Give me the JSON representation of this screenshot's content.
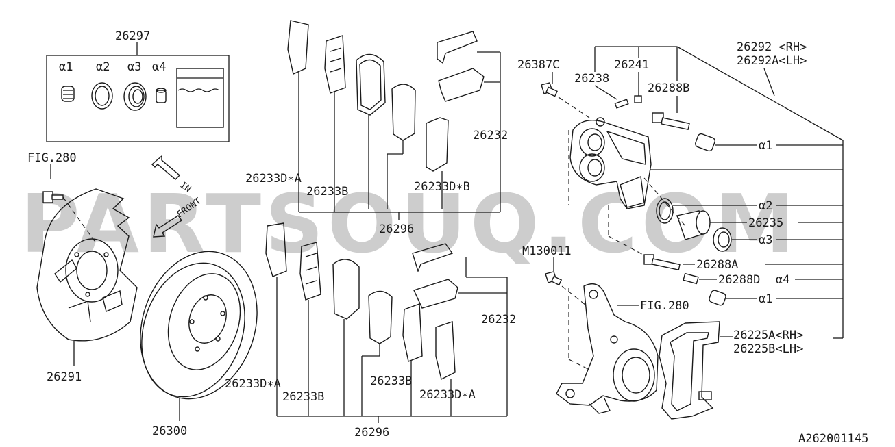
{
  "watermark": "PARTSOUQ.COM",
  "diagram_id": "A262001145",
  "labels": {
    "kit": "26297",
    "a1": "α1",
    "a2": "α2",
    "a3": "α3",
    "a4": "α4",
    "fig280_left": "FIG.280",
    "in_arrow": "IN",
    "front_arrow": "FRONT",
    "shield": "26291",
    "rotor": "26300",
    "pad_shim_top": "26233D∗A",
    "pad_shim_b_top": "26233B",
    "pad_shim_top_b": "26233D∗B",
    "clip_top": "26232",
    "pad_set_top": "26296",
    "pad_shim_bot": "26233D∗A",
    "pad_shim_b_bot": "26233B",
    "pad_shim_b_bot2": "26233B",
    "pad_shim_bot_a": "26233D∗A",
    "clip_bot": "26232",
    "pad_set_bot": "26296",
    "bolt_c": "26387C",
    "pin_238": "26238",
    "cap_241": "26241",
    "caliper_rh": "26292 <RH>",
    "caliper_lh": "26292A<LH>",
    "guide_b": "26288B",
    "callout_a1": "α1",
    "callout_a2": "α2",
    "piston": "26235",
    "callout_a3": "α3",
    "bolt_m": "M130011",
    "guide_a": "26288A",
    "guide_d": "26288D",
    "callout_a4": "α4",
    "callout_a1b": "α1",
    "fig280_right": "FIG.280",
    "support_rh": "26225A<RH>",
    "support_lh": "26225B<LH>"
  }
}
